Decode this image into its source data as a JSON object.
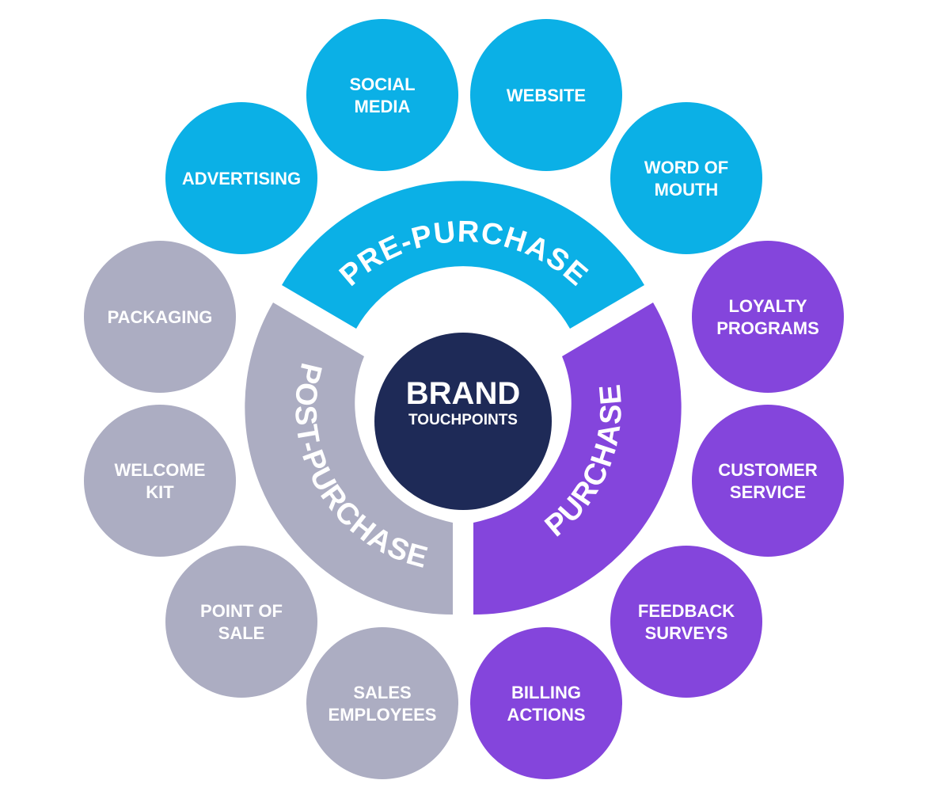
{
  "center": {
    "title": "BRAND",
    "subtitle": "TOUCHPOINTS",
    "color": "#1e2a57"
  },
  "colors": {
    "pre": "#0bb0e6",
    "purchase": "#8445dc",
    "post": "#acadc2",
    "background": "#ffffff"
  },
  "segments": [
    {
      "key": "pre",
      "label": "PRE-PURCHASE"
    },
    {
      "key": "purchase",
      "label": "PURCHASE"
    },
    {
      "key": "post",
      "label": "POST-PURCHASE"
    }
  ],
  "touchpoints": [
    {
      "group": "pre",
      "lines": [
        "SOCIAL",
        "MEDIA"
      ]
    },
    {
      "group": "pre",
      "lines": [
        "WEBSITE"
      ]
    },
    {
      "group": "pre",
      "lines": [
        "WORD OF",
        "MOUTH"
      ]
    },
    {
      "group": "purchase",
      "lines": [
        "LOYALTY",
        "PROGRAMS"
      ]
    },
    {
      "group": "purchase",
      "lines": [
        "CUSTOMER",
        "SERVICE"
      ]
    },
    {
      "group": "purchase",
      "lines": [
        "FEEDBACK",
        "SURVEYS"
      ]
    },
    {
      "group": "purchase",
      "lines": [
        "BILLING",
        "ACTIONS"
      ]
    },
    {
      "group": "post",
      "lines": [
        "SALES",
        "EMPLOYEES"
      ]
    },
    {
      "group": "post",
      "lines": [
        "POINT OF",
        "SALE"
      ]
    },
    {
      "group": "post",
      "lines": [
        "WELCOME",
        "KIT"
      ]
    },
    {
      "group": "post",
      "lines": [
        "PACKAGING"
      ]
    },
    {
      "group": "pre",
      "lines": [
        "ADVERTISING"
      ]
    }
  ]
}
